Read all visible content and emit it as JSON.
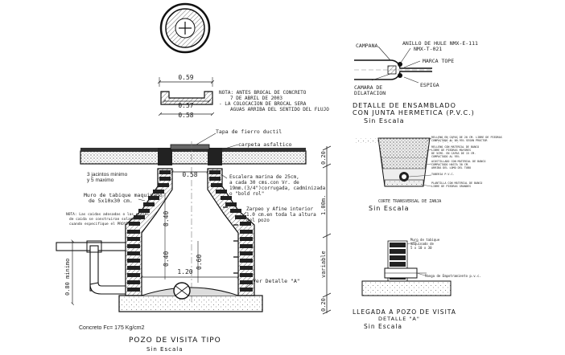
{
  "cover": {
    "dim_059": "0.59",
    "dim_057": "0.57",
    "dim_058": "0.58",
    "note_line1": "NOTA: ANTES BROCAL DE CONCRETO",
    "note_line2": "7 DE ABRIL DE 2003",
    "note_line3": "- LA COLOCACION DE BROCAL SERA",
    "note_line4": "AGUAS ARRIBA DEL SENTIDO DEL FLUJO"
  },
  "pvc_joint": {
    "campana": "CAMPANA",
    "anillo_line1": "ANILLO DE HULE NMX-E-111",
    "anillo_line2": "NMX-T-021",
    "marca_tope": "MARCA TOPE",
    "camara_line1": "CAMARA DE",
    "camara_line2": "DILATACION",
    "espiga": "ESPIGA",
    "title_line1": "DETALLE DE ENSAMBLADO",
    "title_line2": "CON JUNTA HERMETICA (P.V.C.)",
    "scale": "Sin Escala"
  },
  "manhole": {
    "tapa": "Tapa de fierro ductil",
    "carpeta": "carpeta asfaltico",
    "jacinto_line1": "3 jacintos minimo",
    "jacinto_line2": "y 5 maximo",
    "dim_058": "0.58",
    "escalera_line1": "Escalera marina de 25cm,",
    "escalera_line2": "a cada 30 cms.con Vr. de",
    "escalera_line3": "19mm.(3/4\")corrugada, cadminizada",
    "escalera_line4": "o \"bold rol\"",
    "muro_line1": "Muro de tabique maquinado",
    "muro_line2": "de 5x10x30 cm.",
    "nota_line1": "NOTA: Las caidas adosadas o las piezas",
    "nota_line2": "de caida se construiran solamente",
    "nota_line3": "cuando especifique el PROYECTO",
    "dim_040a": "0.40",
    "dim_040b": "0.40",
    "dim_060": "0.60",
    "dim_120": "1.20",
    "zarpeo_line1": "Zarpeo y Afine interior",
    "zarpeo_line2": "1.0 cm.en toda la altura",
    "zarpeo_line3": "del pozo",
    "ver_detalle": "Ver Detalle \"A\"",
    "dim_080": "0.80 minimo",
    "concreto": "Concreto Fc= 175 Kg/cm2",
    "title": "POZO DE VISITA TIPO",
    "scale": "Sin Escala"
  },
  "right_dims": {
    "dim_020a": "0.20",
    "dim_100": "1.00m.",
    "variable": "variable",
    "dim_020b": "0.20"
  },
  "trench": {
    "note_a1": "RELLENO EN CAPAS DE 20 CM. LIBRE DE PIEDRAS",
    "note_a2": "COMPACTADO AL 90-95% SEGUN PROCTOR",
    "note_b1": "RELLENO CON MATERIAL DE BANCO",
    "note_b2": "LIBRE DE PIEDRAS MAYORES",
    "note_b3": "DE 5CMS. EN CAPAS DE 15 CM.",
    "note_b4": "COMPACTADO AL 95%",
    "note_c1": "ACOSTILLADO CON MATERIAL DE BANCO",
    "note_c2": "COMPACTADO HASTA 30 CM.",
    "note_c3": "ARRIBA DEL LOMO DEL TUBO",
    "note_d1": "TUBERIA P.V.C.",
    "note_e1": "PLANTILLA CON MATERIAL DE BANCO",
    "note_e2": "LIBRE DE PIEDRAS GRANDES",
    "title": "CORTE TRANSVERSAL DE ZANJA",
    "scale": "Sin Escala"
  },
  "llegada": {
    "muro_line1": "Muro de tabique",
    "muro_line2": "maquinado de",
    "muro_line3": "5 x 10 x 30",
    "manga": "Manga de Empotramiento p.v.c.",
    "title_line1": "LLEGADA A POZO DE VISITA",
    "title_line2": "DETALLE \"A\"",
    "scale": "Sin Escala"
  }
}
